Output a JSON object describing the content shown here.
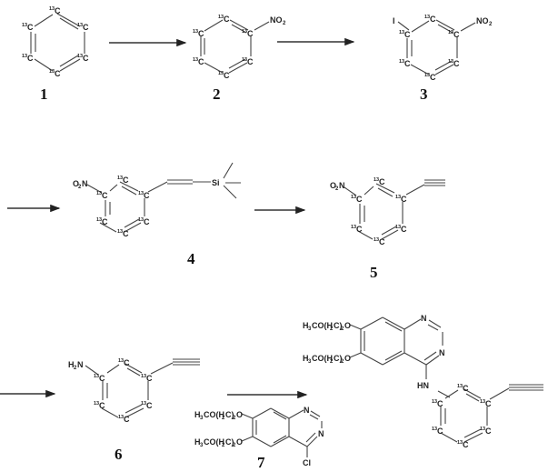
{
  "diagram": {
    "type": "reaction-scheme",
    "compounds": [
      {
        "id": "1",
        "label": "1",
        "name": "13C6-benzene",
        "ring_atoms": [
          "13C",
          "13C",
          "13C",
          "13C",
          "13C",
          "13C"
        ],
        "substituents": []
      },
      {
        "id": "2",
        "label": "2",
        "name": "13C6-nitrobenzene",
        "ring_atoms": [
          "13C",
          "13C",
          "13C",
          "13C",
          "13C",
          "13C"
        ],
        "substituents": [
          "NO2"
        ]
      },
      {
        "id": "3",
        "label": "3",
        "name": "1-iodo-3-nitro-13C6-benzene",
        "ring_atoms": [
          "13C",
          "13C",
          "13C",
          "13C",
          "13C",
          "13C"
        ],
        "substituents": [
          "I",
          "NO2"
        ]
      },
      {
        "id": "4",
        "label": "4",
        "name": "TMS-ethynyl-nitro-13C6-benzene",
        "ring_atoms": [
          "13C",
          "13C",
          "13C",
          "13C",
          "13C",
          "13C"
        ],
        "substituents": [
          "O2N",
          "Si"
        ]
      },
      {
        "id": "5",
        "label": "5",
        "name": "3-ethynyl-nitro-13C6-benzene",
        "ring_atoms": [
          "13C",
          "13C",
          "13C",
          "13C",
          "13C",
          "13C"
        ],
        "substituents": [
          "O2N"
        ]
      },
      {
        "id": "6",
        "label": "6",
        "name": "3-ethynyl-13C6-aniline",
        "ring_atoms": [
          "13C",
          "13C",
          "13C",
          "13C",
          "13C",
          "13C"
        ],
        "substituents": [
          "H2N"
        ]
      },
      {
        "id": "7",
        "label": "7",
        "name": "4-chloro-6,7-bis(2-methoxyethoxy)quinazoline",
        "substituents": [
          "H3CO(H2C)2O",
          "H3CO(H2C)2O",
          "Cl"
        ],
        "ring_atoms": [
          "N",
          "N"
        ]
      },
      {
        "id": "product",
        "label": "",
        "name": "13C6-erlotinib",
        "substituents": [
          "H3CO(H2C)2O",
          "H3CO(H2C)2O",
          "HN"
        ],
        "ring_atoms": [
          "N",
          "N",
          "13C",
          "13C",
          "13C",
          "13C",
          "13C",
          "13C"
        ]
      }
    ],
    "arrows": [
      {
        "from": "1",
        "to": "2"
      },
      {
        "from": "2",
        "to": "3"
      },
      {
        "from": "3",
        "to": "4"
      },
      {
        "from": "4",
        "to": "5"
      },
      {
        "from": "5",
        "to": "6"
      },
      {
        "from": "6",
        "to": "product",
        "reagent": "7"
      }
    ],
    "text": {
      "c13": "13",
      "c": "C",
      "no2": "NO",
      "o2n_o": "O",
      "o2n_n": "N",
      "two": "2",
      "three": "3",
      "iodo": "I",
      "si": "Si",
      "h2n_h": "H",
      "h2n_n": "N",
      "hn": "HN",
      "n": "N",
      "cl": "Cl",
      "side_a": "H",
      "side_b": "CO(H",
      "side_c": "C)",
      "side_d": "O"
    },
    "labels": {
      "c1": "1",
      "c2": "2",
      "c3": "3",
      "c4": "4",
      "c5": "5",
      "c6": "6",
      "c7": "7"
    },
    "colors": {
      "ink": "#222222",
      "bond": "#444444",
      "background": "#ffffff"
    }
  }
}
